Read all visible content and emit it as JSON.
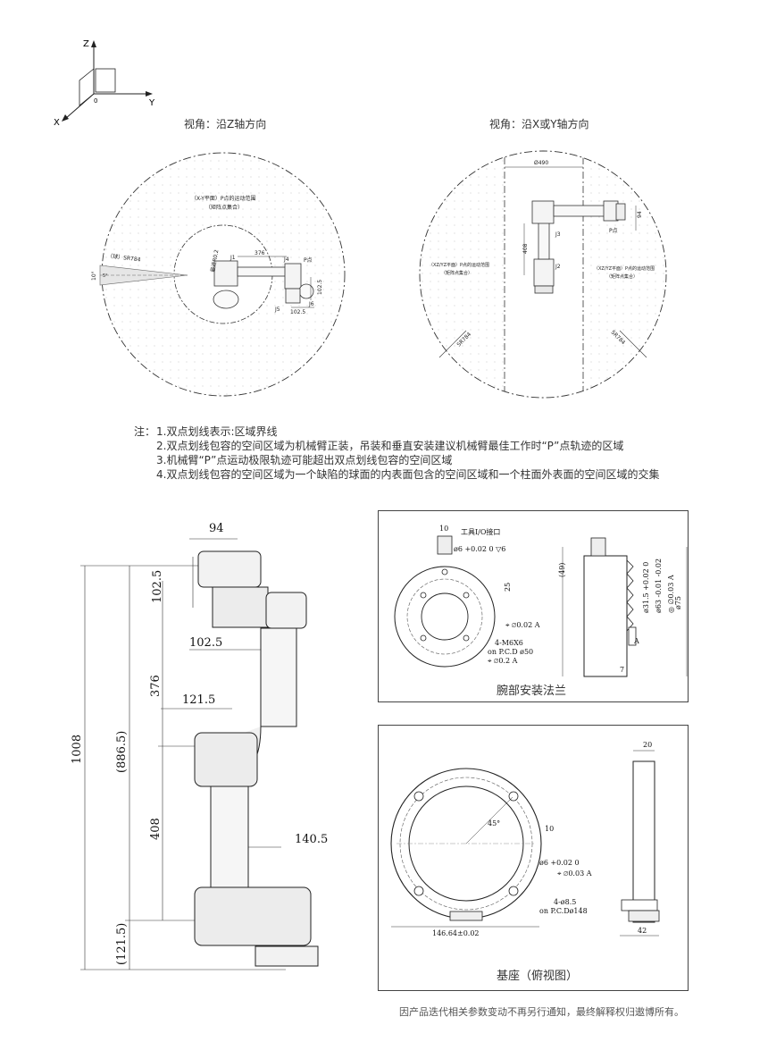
{
  "axes": {
    "z": "Z",
    "y": "Y",
    "x": "X",
    "origin": "0"
  },
  "view_z": {
    "title": "视角：沿Z轴方向",
    "range_title": "（X-Y平面）P点的运动范围",
    "range_sub": "（矩阵点集合）",
    "sr_label": "（球）SR784",
    "angle_outer": "10°",
    "angle_inner": "5°",
    "inner_radius": "最近R0.2",
    "dim_376": "376",
    "dim_102_5a": "102.5",
    "dim_102_5b": "102.5",
    "j1": "J1",
    "j4": "J4",
    "j5": "J5",
    "j6": "J6",
    "p_point": "P点"
  },
  "view_xy": {
    "title": "视角：沿X或Y轴方向",
    "dia": "Ø490",
    "dim_94": "94",
    "dim_408": "408",
    "j2": "J2",
    "j3": "J3",
    "p_point": "P点",
    "left_range_title": "（XZ/YZ平面）P点的运动范围",
    "left_range_sub": "（矩阵点集合）",
    "right_range_title": "（XZ/YZ平面）P点的运动范围",
    "right_range_sub": "（矩阵点集合）",
    "sr_left": "SR784",
    "sr_right": "SR784"
  },
  "notes": {
    "prefix": "注：",
    "items": [
      "1.双点划线表示:区域界线",
      "2.双点划线包容的空间区域为机械臂正装，吊装和垂直安装建议机械臂最佳工作时“P”点轨迹的区域",
      "3.机械臂“P”点运动极限轨迹可能超出双点划线包容的空间区域",
      "4.双点划线包容的空间区域为一个缺陷的球面的内表面包含的空间区域和一个柱面外表面的空间区域的交集"
    ]
  },
  "arm": {
    "d94": "94",
    "d102_5_top": "102.5",
    "d102_5_mid": "102.5",
    "d376": "376",
    "d121_5": "121.5",
    "d1008": "1008",
    "d886_5": "(886.5)",
    "d408": "408",
    "d140_5": "140.5",
    "d121_5_base": "(121.5)"
  },
  "wrist_flange": {
    "caption": "腕部安装法兰",
    "d10": "10",
    "tool_io": "工具I/O接口",
    "hole": "ø6 +0.02 0 ▽6",
    "d25": "25",
    "tol1": "⌖ ∅0.02 A",
    "bolts": "4-M6X6",
    "pcd": "on P.C.D ø50",
    "tol2": "⌖ ∅0.2 A",
    "d49": "(49)",
    "d31_5": "ø31.5 +0.02 0",
    "d63": "ø63 -0.01 -0.02",
    "tol3": "◎ ∅0.03 A",
    "d75": "ø75",
    "datum": "A",
    "d7": "7"
  },
  "base": {
    "caption": "基座（俯视图）",
    "angle": "45°",
    "d10": "10",
    "hole": "ø6 +0.02 0",
    "tol": "⌖ ∅0.03 A",
    "holes": "4-ø8.5",
    "pcd": "on P.C.Dø148",
    "width": "146.64±0.02",
    "d20": "20",
    "d42": "42"
  },
  "footer": "因产品迭代相关参数变动不再另行通知，最终解释权归遨博所有。"
}
